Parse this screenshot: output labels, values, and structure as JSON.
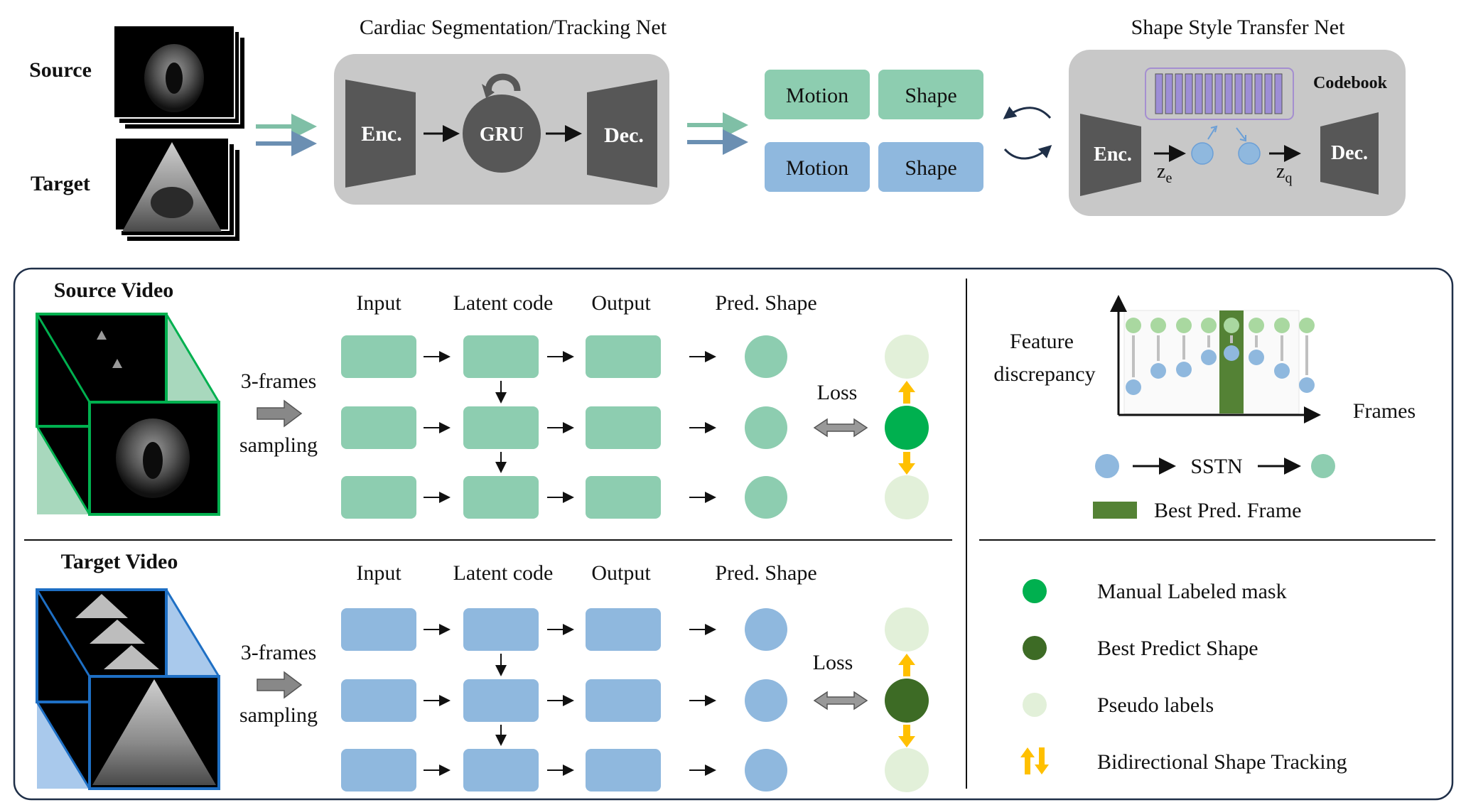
{
  "top": {
    "source_label": "Source",
    "target_label": "Target",
    "seg_net_title": "Cardiac Segmentation/Tracking Net",
    "enc_label": "Enc.",
    "gru_label": "GRU",
    "dec_label": "Dec.",
    "motion_label": "Motion",
    "shape_label": "Shape",
    "sstn_title": "Shape Style Transfer Net",
    "codebook_label": "Codebook",
    "ze_label": "z",
    "ze_sub": "e",
    "zq_label": "z",
    "zq_sub": "q"
  },
  "source_panel": {
    "title": "Source Video",
    "sampling_top": "3-frames",
    "sampling_bottom": "sampling",
    "col_input": "Input",
    "col_latent": "Latent code",
    "col_output": "Output",
    "col_pred": "Pred. Shape",
    "loss_label": "Loss"
  },
  "target_panel": {
    "title": "Target Video",
    "sampling_top": "3-frames",
    "sampling_bottom": "sampling",
    "col_input": "Input",
    "col_latent": "Latent code",
    "col_output": "Output",
    "col_pred": "Pred. Shape",
    "loss_label": "Loss"
  },
  "feature_chart": {
    "ylabel_line1": "Feature",
    "ylabel_line2": "discrepancy",
    "xlabel": "Frames",
    "sstn_label": "SSTN",
    "best_frame_label": "Best Pred. Frame"
  },
  "legend": {
    "manual": "Manual Labeled mask",
    "best": "Best Predict Shape",
    "pseudo": "Pseudo labels",
    "bidirectional": "Bidirectional Shape Tracking"
  },
  "colors": {
    "green_box": "#8dcdb0",
    "blue_box": "#8fb8de",
    "gray_panel": "#c8c8c8",
    "dark_shape": "#575757",
    "manual_mask": "#00b04f",
    "best_shape": "#3d6b25",
    "pseudo": "#e2f0d9",
    "arrow_yellow": "#ffc000",
    "best_frame_bar": "#548235",
    "codebook_border": "#a58fd0",
    "codebook_fill": "#9d8ed6"
  }
}
